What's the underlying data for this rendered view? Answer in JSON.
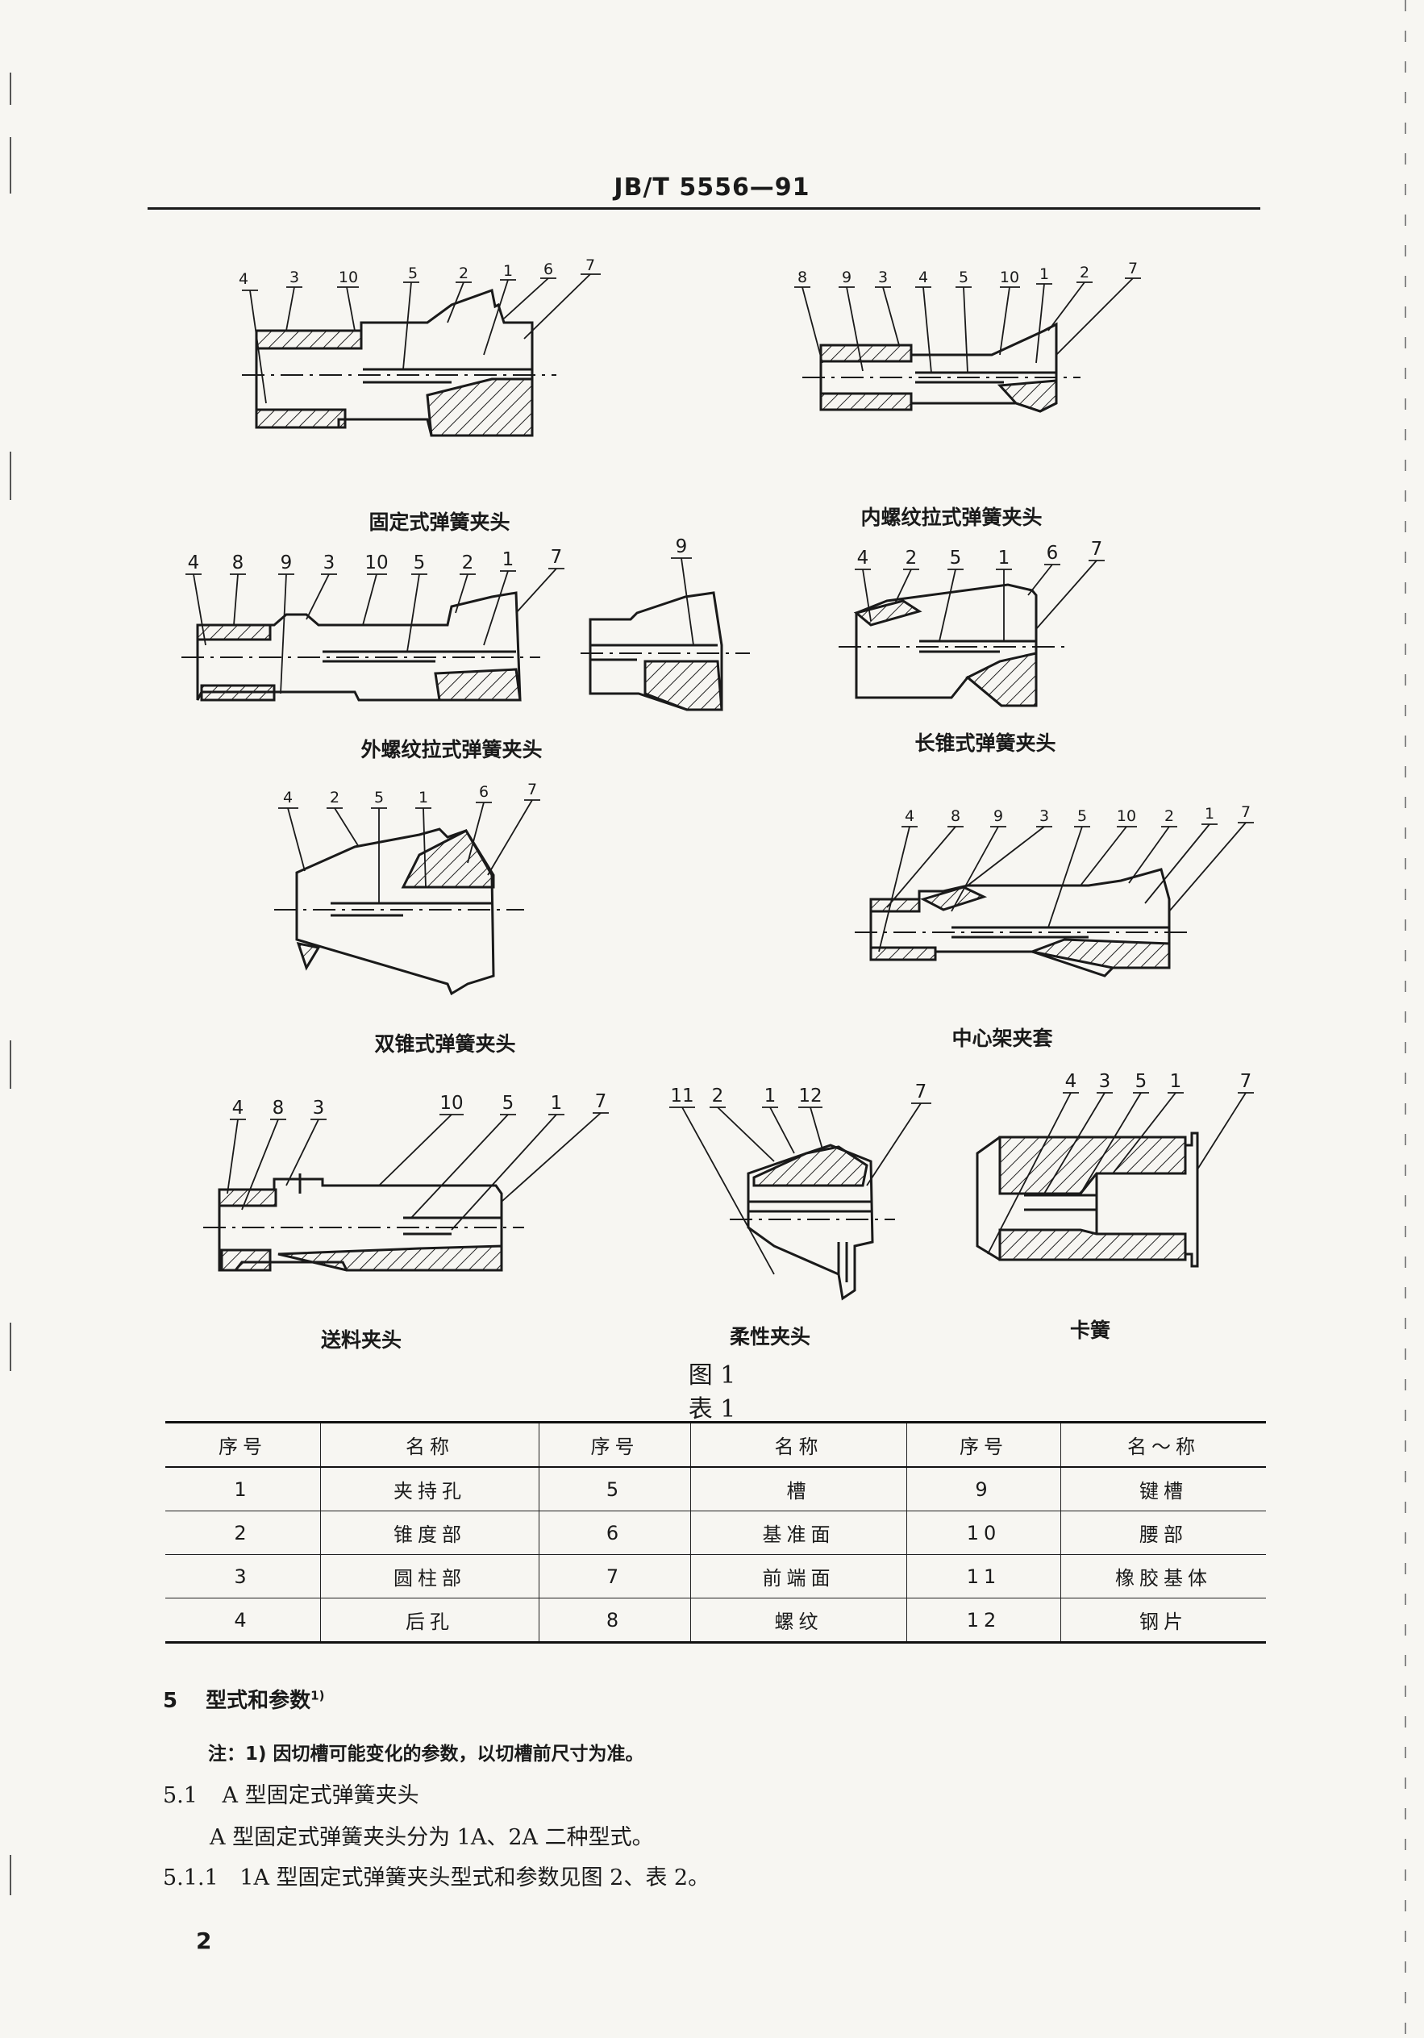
{
  "header": {
    "title": "JB/T 5556—91"
  },
  "figure": {
    "label": "图 1",
    "captions": [
      "固定式弹簧夹头",
      "内螺纹拉式弹簧夹头",
      "外螺纹拉式弹簧夹头",
      "长锥式弹簧夹头",
      "双锥式弹簧夹头",
      "中心架夹套",
      "送料夹头",
      "柔性夹头",
      "卡簧"
    ],
    "callouts": [
      [
        "4",
        "3",
        "10",
        "5",
        "2",
        "1",
        "6",
        "7"
      ],
      [
        "8",
        "9",
        "3",
        "4",
        "5",
        "10",
        "1",
        "2",
        "7"
      ],
      [
        "4",
        "8",
        "9",
        "3",
        "10",
        "5",
        "2",
        "1",
        "7"
      ],
      [
        "9"
      ],
      [
        "4",
        "2",
        "5",
        "1",
        "6",
        "7"
      ],
      [
        "4",
        "2",
        "5",
        "1",
        "6",
        "7"
      ],
      [
        "4",
        "8",
        "9",
        "3",
        "5",
        "10",
        "2",
        "1",
        "7"
      ],
      [
        "4",
        "8",
        "3",
        "10",
        "5",
        "1",
        "7"
      ],
      [
        "11",
        "2",
        "1",
        "12",
        "7"
      ],
      [
        "4",
        "3",
        "5",
        "1",
        "7"
      ]
    ]
  },
  "table": {
    "label": "表 1",
    "headers": [
      "序号",
      "名称",
      "序号",
      "名称",
      "序号",
      "名～称"
    ],
    "rows": [
      [
        "1",
        "夹持孔",
        "5",
        "槽",
        "9",
        "键槽"
      ],
      [
        "2",
        "锥度部",
        "6",
        "基准面",
        "10",
        "腰部"
      ],
      [
        "3",
        "圆柱部",
        "7",
        "前端面",
        "11",
        "橡胶基体"
      ],
      [
        "4",
        "后孔",
        "8",
        "螺纹",
        "12",
        "钢片"
      ]
    ]
  },
  "section5": {
    "number": "5",
    "title": "型式和参数",
    "sup": "1)",
    "note": "注：1) 因切槽可能变化的参数，以切槽前尺寸为准。"
  },
  "s51": {
    "number": "5.1",
    "title": "A 型固定式弹簧夹头"
  },
  "s51_text": "A 型固定式弹簧夹头分为 1A、2A 二种型式。",
  "s511": {
    "number": "5.1.1",
    "title": "1A 型固定式弹簧夹头型式和参数见图 2、表 2。"
  },
  "page_number": "2"
}
